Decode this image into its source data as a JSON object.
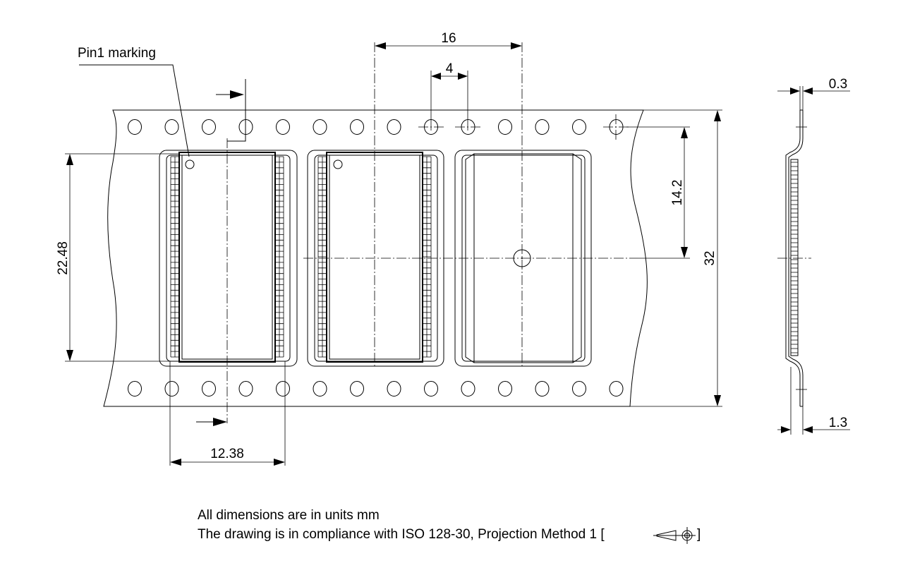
{
  "labels": {
    "pin1": "Pin1 marking"
  },
  "dimensions": {
    "pitch_16": "16",
    "hole_pitch_4": "4",
    "thickness_0_3": "0.3",
    "offset_14_2": "14.2",
    "tape_width_32": "32",
    "pocket_length_22_48": "22.48",
    "pocket_width_12_38": "12.38",
    "depth_1_3": "1.3"
  },
  "notes": {
    "line1": "All dimensions are in units mm",
    "line2": "The drawing is in compliance with ISO 128-30, Projection Method 1 [",
    "line2_end": "]"
  }
}
